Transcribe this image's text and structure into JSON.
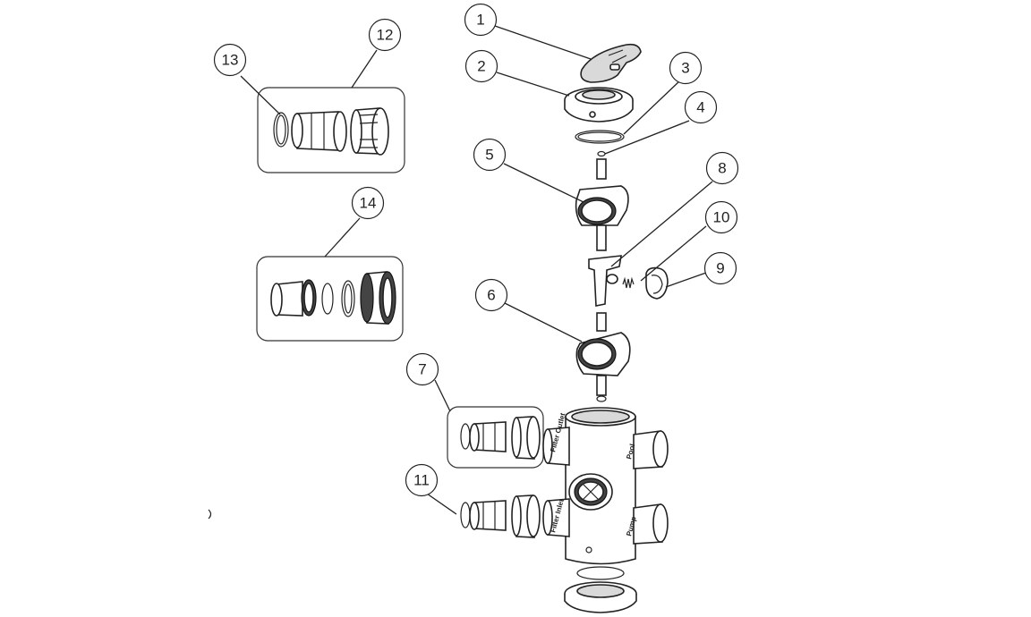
{
  "callouts": {
    "c1": "1",
    "c2": "2",
    "c3": "3",
    "c4": "4",
    "c5": "5",
    "c6": "6",
    "c7": "7",
    "c8": "8",
    "c9": "9",
    "c10": "10",
    "c11": "11",
    "c12": "12",
    "c13": "13",
    "c14": "14"
  },
  "port_labels": {
    "filter_outlet": "Filter Outlet",
    "pool": "Pool",
    "filter_inlet": "Filter Inlet",
    "pump": "Pump"
  }
}
